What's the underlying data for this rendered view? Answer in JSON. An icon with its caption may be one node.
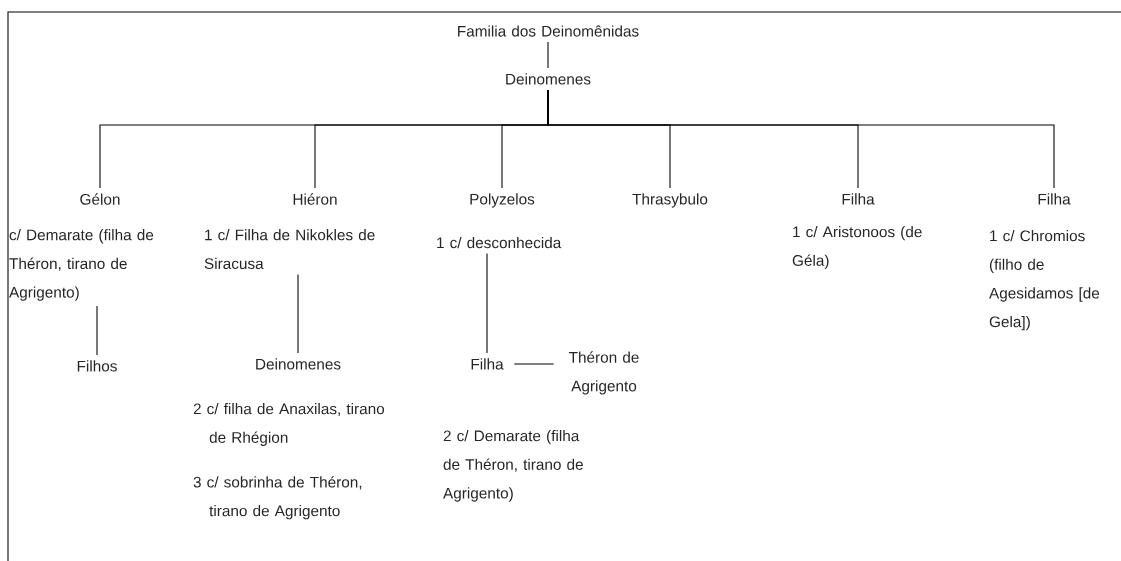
{
  "diagram": {
    "nodes": [
      {
        "text": [
          "Familia dos Deinomênidas"
        ]
      },
      {
        "text": [
          "Deinomenes"
        ]
      },
      {
        "text": [
          "Gélon",
          "c/ Demarate (filha de Théron, tirano de Agrigento)"
        ]
      },
      {
        "text": [
          "Hiéron",
          "1 c/ Filha de Nikokles de Siracusa"
        ]
      },
      {
        "text": [
          "Polyzelos",
          "1 c/ desconhecida"
        ]
      },
      {
        "text": [
          "Thrasybulo"
        ]
      },
      {
        "text": [
          "Filha",
          "1 c/ Aristonoos (de Géla)"
        ]
      },
      {
        "text": [
          "Filha",
          "1 c/ Chromios (filho de Agesidamos [de Gela])"
        ]
      },
      {
        "text": [
          "Filhos"
        ]
      },
      {
        "text": [
          "Deinomenes",
          "2 c/ filha de Anaxilas, tirano de Rhégion",
          "3 c/ sobrinha de Théron, tirano de Agrigento"
        ]
      },
      {
        "text": [
          "Filha"
        ]
      },
      {
        "text": [
          "Théron de Agrigento"
        ]
      }
    ],
    "edges": [
      {
        "from": 0,
        "to": 1,
        "arrow": "none"
      },
      {
        "from": 1,
        "to": 2,
        "arrow": "none"
      },
      {
        "from": 1,
        "to": 3,
        "arrow": "none"
      },
      {
        "from": 1,
        "to": 4,
        "arrow": "none"
      },
      {
        "from": 1,
        "to": 5,
        "arrow": "none"
      },
      {
        "from": 1,
        "to": 6,
        "arrow": "none"
      },
      {
        "from": 1,
        "to": 7,
        "arrow": "none"
      },
      {
        "from": 2,
        "to": 8,
        "arrow": "none"
      },
      {
        "from": 3,
        "to": 9,
        "arrow": "none"
      },
      {
        "from": 4,
        "to": 10,
        "arrow": "none"
      },
      {
        "from": 10,
        "to": 11,
        "arrow": "none"
      }
    ],
    "labels": [
      "2 c/ Demarate (filha de Théron, tirano de Agrigento)"
    ]
  }
}
